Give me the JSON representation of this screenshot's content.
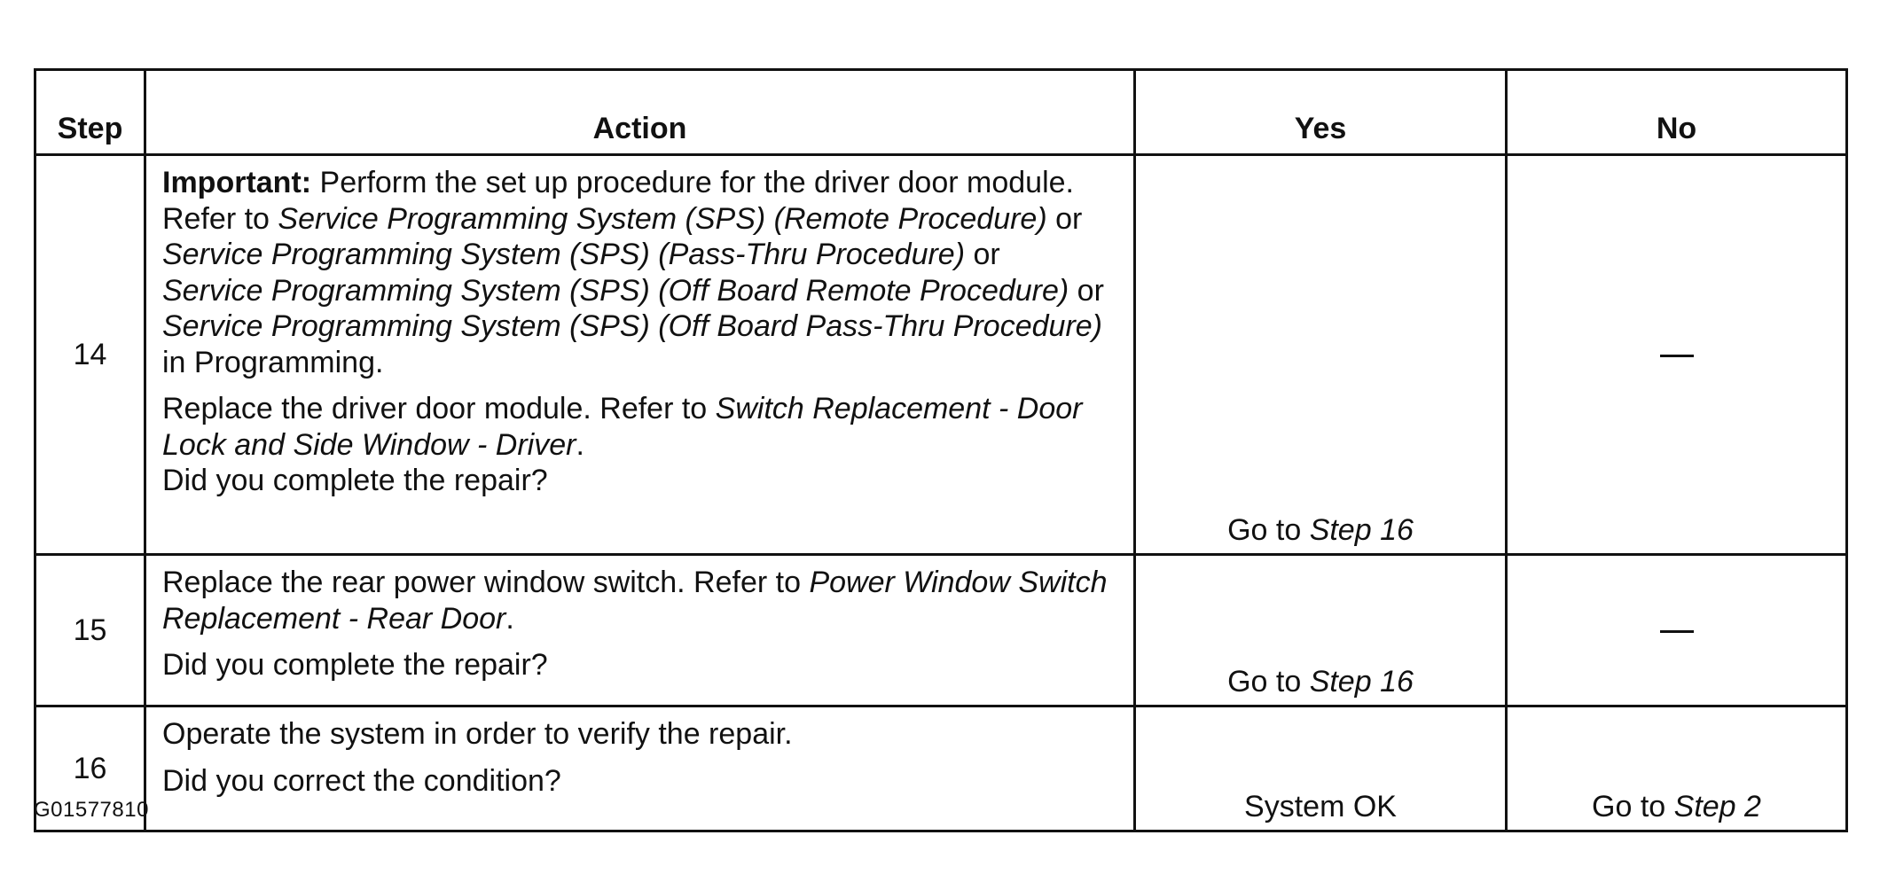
{
  "table": {
    "headers": {
      "step": "Step",
      "action": "Action",
      "yes": "Yes",
      "no": "No"
    },
    "rows": [
      {
        "step": "14",
        "action": {
          "p1": {
            "important_label": "Important:",
            "t1": " Perform the set up procedure for the driver door module. Refer to ",
            "i1": "Service Programming System (SPS) (Remote Procedure)",
            "t2": " or ",
            "i2": "Service Programming System (SPS) (Pass-Thru Procedure)",
            "t3": " or ",
            "i3": "Service Programming System (SPS) (Off Board Remote Procedure)",
            "t4": " or ",
            "i4": "Service Programming System (SPS) (Off Board Pass-Thru Procedure)",
            "t5": " in Programming."
          },
          "p2": {
            "t1": "Replace the driver door module. Refer to ",
            "i1": "Switch Replacement - Door Lock and Side Window - Driver",
            "t2": "."
          },
          "question": "Did you complete the repair?"
        },
        "yes": {
          "prefix": "Go to ",
          "link": "Step 16"
        },
        "no": "—"
      },
      {
        "step": "15",
        "action": {
          "p1": {
            "t1": "Replace the rear power window switch. Refer to ",
            "i1": "Power Window Switch Replacement - Rear Door",
            "t2": "."
          },
          "question": "Did you complete the repair?"
        },
        "yes": {
          "prefix": "Go to ",
          "link": "Step 16"
        },
        "no": "—"
      },
      {
        "step": "16",
        "action": {
          "p1": "Operate the system in order to verify the repair.",
          "question": "Did you correct the condition?"
        },
        "yes": "System OK",
        "no": {
          "prefix": "Go to ",
          "link": "Step 2"
        }
      }
    ]
  },
  "figure_id": "G01577810"
}
